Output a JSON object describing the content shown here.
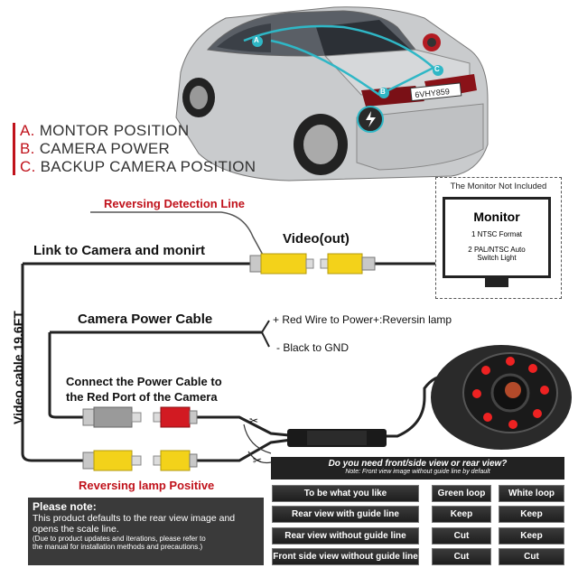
{
  "legend": {
    "a_key": "A.",
    "a_text": "MONTOR POSITION",
    "b_key": "B.",
    "b_text": "CAMERA POWER",
    "c_key": "C.",
    "c_text": "BACKUP CAMERA POSITION"
  },
  "car": {
    "plate": "6VHY859",
    "markers": [
      "A",
      "B",
      "C"
    ]
  },
  "labels": {
    "reversing_detection_line": "Reversing Detection Line",
    "link_to_camera": "Link to Camera and monirt",
    "video_out": "Video(out)",
    "video_cable": "Video cable 19.6FT",
    "camera_power_cable": "Camera Power Cable",
    "red_wire": "+ Red Wire to Power+:Reversin lamp",
    "black_gnd": "- Black to GND",
    "connect_line1": "Connect the Power Cable to",
    "connect_line2": "the Red Port of the Camera",
    "reversing_lamp_positive": "Reversing lamp Positive"
  },
  "monitor": {
    "header": "The Monitor Not Included",
    "title": "Monitor",
    "line1": "1 NTSC Format",
    "line2": "2 PAL/NTSC Auto",
    "line3": "Switch Light"
  },
  "note": {
    "title": "Please note:",
    "line1": "This product defaults to the rear view image and",
    "line2": "opens the scale line.",
    "line3": "(Due to product updates and iterations, please refer to",
    "line4": "the manual for installation methods and precautions.)"
  },
  "options": {
    "question": "Do you need front/side view or rear view?",
    "subnote": "Note: Front view image without guide line by default",
    "rows": [
      {
        "label": "To be what you like",
        "c1": "Green loop",
        "c2": "White loop"
      },
      {
        "label": "Rear view with guide line",
        "c1": "Keep",
        "c2": "Keep"
      },
      {
        "label": "Rear view without guide line",
        "c1": "Cut",
        "c2": "Keep"
      },
      {
        "label": "Front side view without guide line",
        "c1": "Cut",
        "c2": "Cut"
      }
    ]
  },
  "colors": {
    "accent_red": "#c0121b",
    "rca_yellow": "#f3d21a",
    "panel_gray": "#3a3a3a"
  }
}
